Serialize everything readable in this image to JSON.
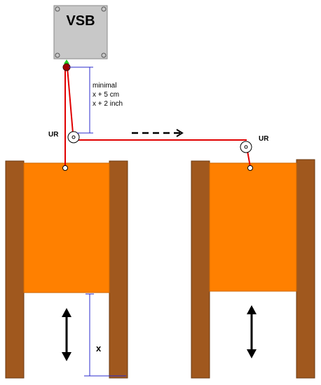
{
  "vsb_box": {
    "label": "VSB"
  },
  "annotations": {
    "minimal_line1": "minimal",
    "minimal_line2": "x + 5 cm",
    "minimal_line3": "x + 2 inch",
    "pulley_left": "UR",
    "pulley_right": "UR",
    "travel_x": "x"
  },
  "colors": {
    "door": "#ff8000",
    "frame": "#a0581e",
    "cable": "#e00000",
    "dimension": "#2b2bcc",
    "vsb_box": "#c8c8c8"
  },
  "icons": {
    "pulley": "pulley-icon",
    "arrow_dashed": "arrow-right-dashed-icon",
    "arrow_vertical": "double-arrow-vertical-icon"
  }
}
